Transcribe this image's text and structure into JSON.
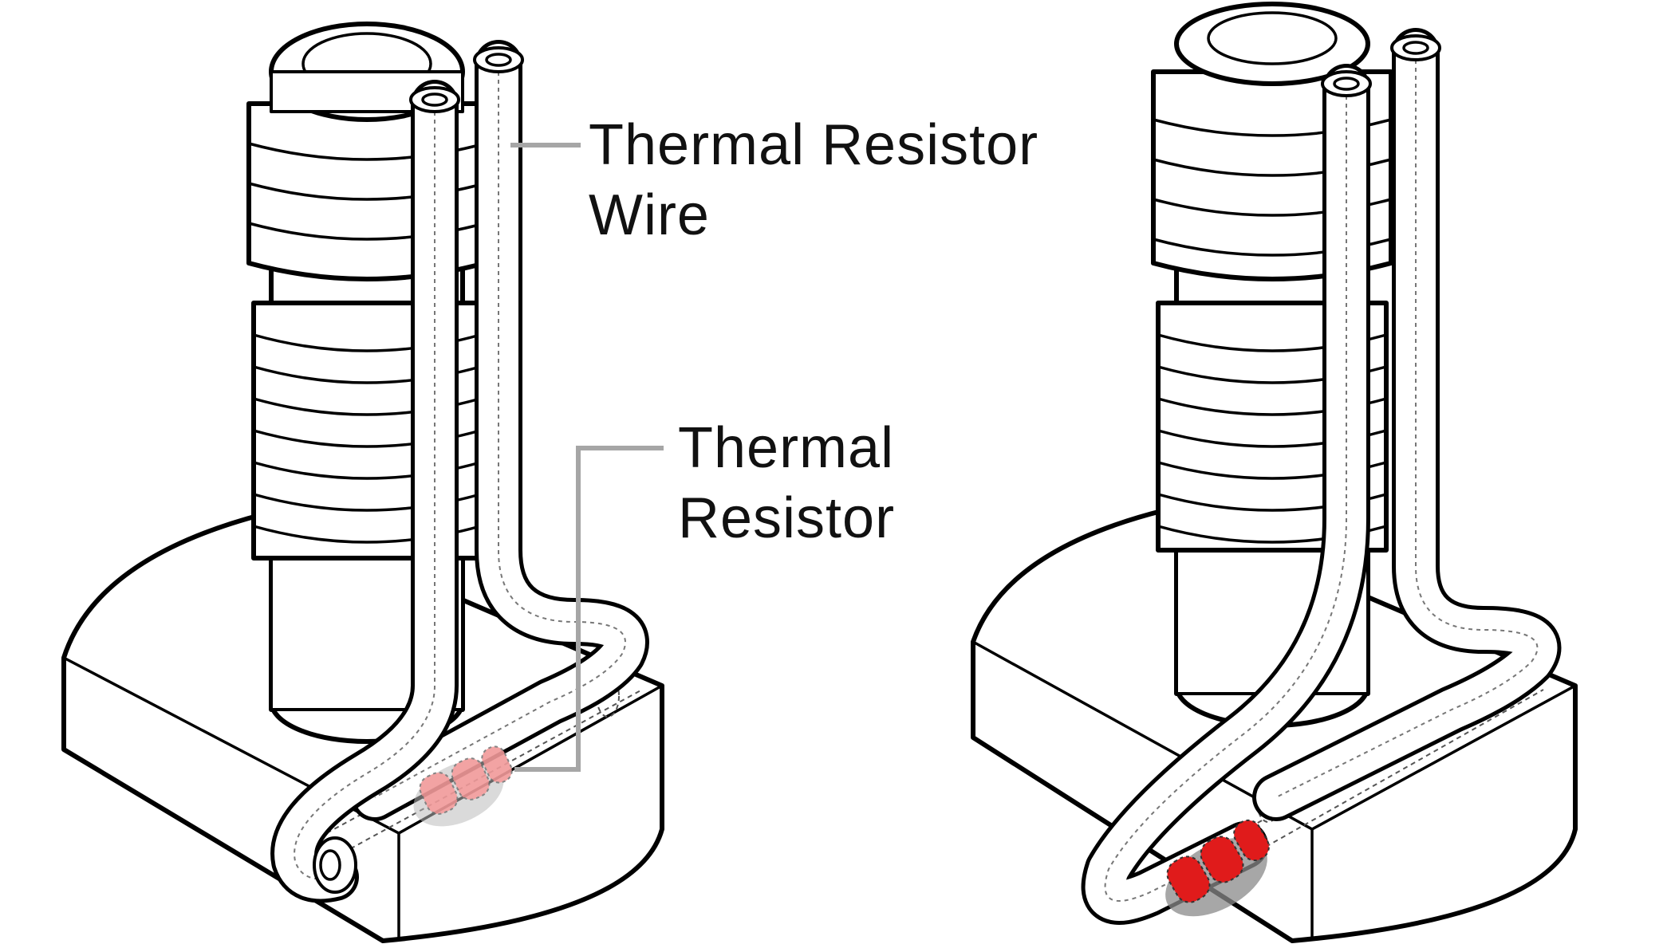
{
  "labels": {
    "wire_line1": "Thermal Resistor",
    "wire_line2": "Wire",
    "resistor_line1": "Thermal",
    "resistor_line2": "Resistor"
  },
  "colors": {
    "outline": "#000000",
    "fill": "#ffffff",
    "leader_line": "#a6a6a6",
    "hidden_line": "#555555",
    "resistor_ghost": "#f19a9a",
    "resistor_solid": "#e01b1b",
    "resistor_shadow": "#8a8a8a"
  }
}
